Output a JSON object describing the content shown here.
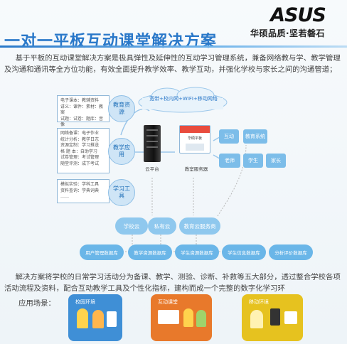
{
  "brand": {
    "logo": "ASUS",
    "slogan": "华硕品质·坚若磐石"
  },
  "title": "一对一平板互动课堂解决方案",
  "intro": "基于平板的互动课堂解决方案是极具弹性及延伸性的互动学习管理系统，兼备网络教与学、教学管理及沟通和通讯等全方位功能，有效全面提升教学效率、教学互动，并强化学校与家长之间的沟通管道；",
  "diagram": {
    "cloud": "宽带+校内网+WIFI+移动网络",
    "resources": [
      {
        "box": [
          "电子课本：教辅资料",
          "讲义：课件：素材：教案",
          "试题：试卷：题库：音像"
        ],
        "label": "教育资源"
      },
      {
        "box": [
          "网络备课：电子作业",
          "统计分析：教学日志",
          "资源定制：学习推送",
          "格 题 本：自助学习",
          "试卷管理：考试管理",
          "随堂评测：成下考试"
        ],
        "label": "教学应用"
      },
      {
        "box": [
          "模拟实验：学科工具",
          "资料查询：学典词典",
          "……"
        ],
        "label": "学习工具"
      }
    ],
    "server_label": "云平台",
    "platform_label": "教室服务器",
    "platform_screen": "华硕平板",
    "right_top": [
      "互动",
      "教育系统"
    ],
    "right_bottom": [
      "老师",
      "学生",
      "家长"
    ],
    "mid_pills": [
      "学校云",
      "私有云",
      "教育云服务商"
    ],
    "bottom_pills": [
      "用户管理数据库",
      "教学资源数据库",
      "学生资源数据库",
      "学生信息数据库",
      "分析评价数据库"
    ]
  },
  "desc2": "解决方案将学校的日常学习活动分为备课、教学、测验、诊断、补救等五大部分，透过整合学校各项活动流程及资料，配合互动教学工具及个性化指标，建构而成一个完整的数字化学习环",
  "scene_label": "应用场景：",
  "scenes": [
    {
      "title": "校园环境",
      "color": "#3f8fd6"
    },
    {
      "title": "互动课堂",
      "color": "#e8792b"
    },
    {
      "title": "移动环境",
      "color": "#e6c21f"
    }
  ],
  "colors": {
    "accent": "#2a78c9",
    "light_blue": "#7cbde9"
  }
}
